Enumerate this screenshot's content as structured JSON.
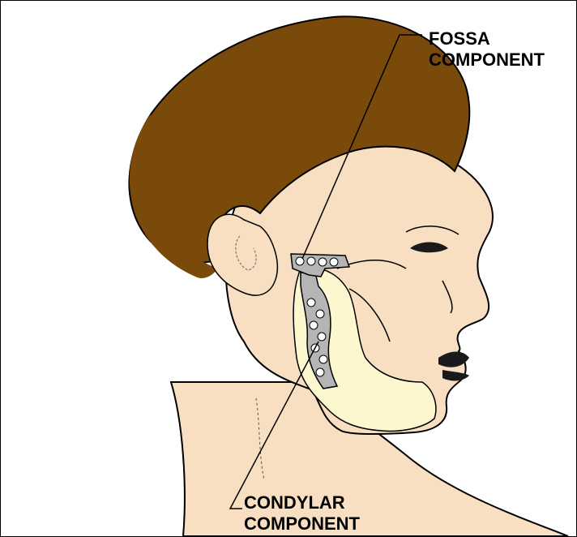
{
  "labels": {
    "fossa": {
      "line1": "FOSSA",
      "line2": "COMPONENT"
    },
    "condylar": {
      "line1": "CONDYLAR",
      "line2": "COMPONENT"
    }
  },
  "colors": {
    "hair": "#7a4a0a",
    "skin": "#f9dfc1",
    "jaw": "#fdf7cf",
    "implant": "#b5b5b5",
    "lips": "#1a1a1a",
    "outline": "#000000"
  }
}
